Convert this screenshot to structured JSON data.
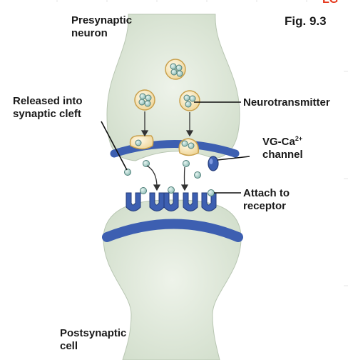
{
  "figure": {
    "corner_mark": "LG",
    "figure_number": "Fig. 9.3",
    "labels": {
      "presynaptic_line1": "Presynaptic",
      "presynaptic_line2": "neuron",
      "released_line1": "Released into",
      "released_line2": "synaptic cleft",
      "neurotransmitter": "Neurotransmitter",
      "vgca_prefix": "VG-Ca",
      "vgca_sup": "2+",
      "vgca_line2": "channel",
      "attach_line1": "Attach to",
      "attach_line2": "receptor",
      "postsynaptic_line1": "Postsynaptic",
      "postsynaptic_line2": "cell"
    },
    "colors": {
      "cell_fill": "#dbe5d6",
      "membrane_blue": "#3d5fb1",
      "vesicle_fill": "#f6e6b6",
      "vesicle_edge": "#c9a04c",
      "molecule_fill": "#a9cfc9"
    }
  }
}
